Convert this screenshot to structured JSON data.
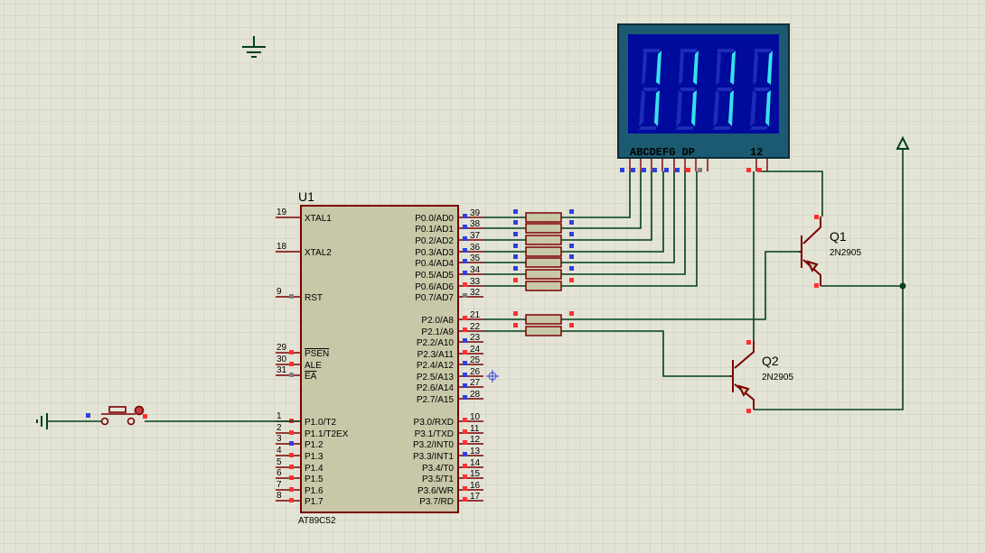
{
  "colors": {
    "background": "#e4e4d6",
    "grid": "#cfcfbf",
    "component_outline": "#7a0000",
    "component_fill": "#c8c8a8",
    "wire": "#00401a",
    "pin_high": "#ff3030",
    "pin_low": "#2f3fe0",
    "pin_float": "#808080",
    "display_frame": "#1b5a70",
    "display_bg": "#000a9c",
    "segment_on": "#36e0f0",
    "segment_off": "#1d2bb8"
  },
  "icons": [
    "ground-icon",
    "power-rail-icon",
    "probe-cursor-icon",
    "pushbutton-icon"
  ],
  "u1": {
    "ref": "U1",
    "part": "AT89C52",
    "left_pins": [
      {
        "num": "19",
        "label": "XTAL1"
      },
      {
        "num": "18",
        "label": "XTAL2"
      },
      {
        "num": "9",
        "label": "RST"
      },
      {
        "num": "29",
        "label": "PSEN"
      },
      {
        "num": "30",
        "label": "ALE"
      },
      {
        "num": "31",
        "label": "EA"
      },
      {
        "num": "1",
        "label": "P1.0/T2"
      },
      {
        "num": "2",
        "label": "P1.1/T2EX"
      },
      {
        "num": "3",
        "label": "P1.2"
      },
      {
        "num": "4",
        "label": "P1.3"
      },
      {
        "num": "5",
        "label": "P1.4"
      },
      {
        "num": "6",
        "label": "P1.5"
      },
      {
        "num": "7",
        "label": "P1.6"
      },
      {
        "num": "8",
        "label": "P1.7"
      }
    ],
    "right_pins": [
      {
        "num": "39",
        "label": "P0.0/AD0"
      },
      {
        "num": "38",
        "label": "P0.1/AD1"
      },
      {
        "num": "37",
        "label": "P0.2/AD2"
      },
      {
        "num": "36",
        "label": "P0.3/AD3"
      },
      {
        "num": "35",
        "label": "P0.4/AD4"
      },
      {
        "num": "34",
        "label": "P0.5/AD5"
      },
      {
        "num": "33",
        "label": "P0.6/AD6"
      },
      {
        "num": "32",
        "label": "P0.7/AD7"
      },
      {
        "num": "21",
        "label": "P2.0/A8"
      },
      {
        "num": "22",
        "label": "P2.1/A9"
      },
      {
        "num": "23",
        "label": "P2.2/A10"
      },
      {
        "num": "24",
        "label": "P2.3/A11"
      },
      {
        "num": "25",
        "label": "P2.4/A12"
      },
      {
        "num": "26",
        "label": "P2.5/A13"
      },
      {
        "num": "27",
        "label": "P2.6/A14"
      },
      {
        "num": "28",
        "label": "P2.7/A15"
      },
      {
        "num": "10",
        "label": "P3.0/RXD"
      },
      {
        "num": "11",
        "label": "P3.1/TXD"
      },
      {
        "num": "12",
        "label": "P3.2/INT0"
      },
      {
        "num": "13",
        "label": "P3.3/INT1"
      },
      {
        "num": "14",
        "label": "P3.4/T0"
      },
      {
        "num": "15",
        "label": "P3.5/T1"
      },
      {
        "num": "16",
        "label": "P3.6/WR"
      },
      {
        "num": "17",
        "label": "P3.7/RD"
      }
    ]
  },
  "display": {
    "segment_label": "ABCDEFG DP",
    "common_label": "12",
    "digits": [
      "1",
      "1",
      "1",
      "1"
    ]
  },
  "q1": {
    "ref": "Q1",
    "part": "2N2905"
  },
  "q2": {
    "ref": "Q2",
    "part": "2N2905"
  }
}
